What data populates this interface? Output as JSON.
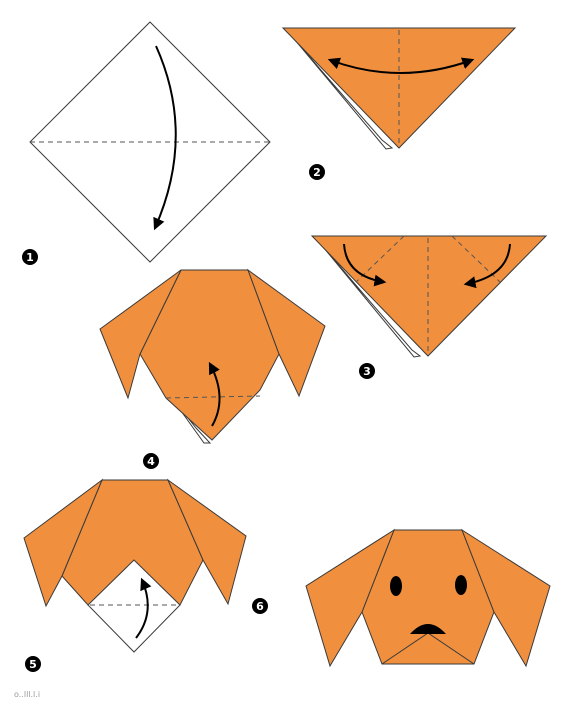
{
  "colors": {
    "paper": "#F0903F",
    "outline": "#3a3a3a",
    "back": "#ffffff",
    "arrow": "#000000",
    "face": "#000000"
  },
  "steps": [
    {
      "number": "1"
    },
    {
      "number": "2"
    },
    {
      "number": "3"
    },
    {
      "number": "4"
    },
    {
      "number": "5"
    },
    {
      "number": "6"
    }
  ],
  "caption": "o..lll.l.i"
}
